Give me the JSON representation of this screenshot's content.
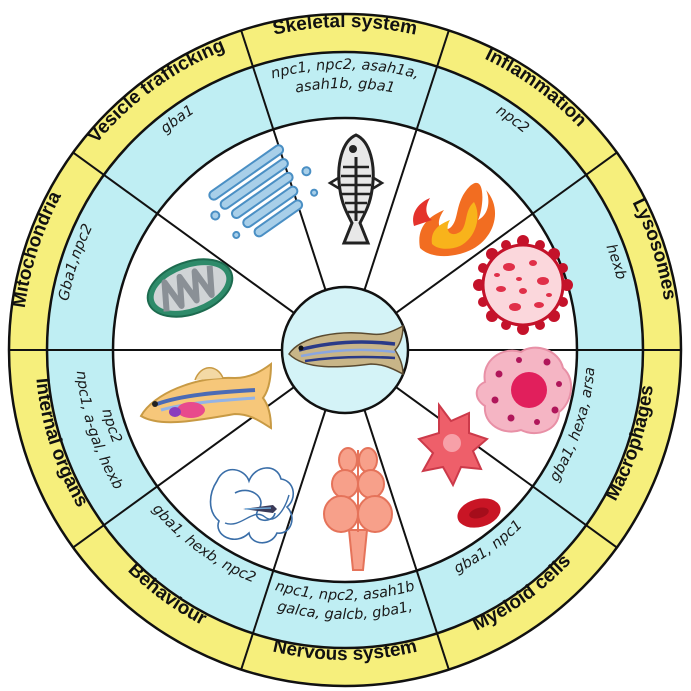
{
  "colors": {
    "outer_ring": "#f6ef7c",
    "gene_ring": "#bfeef3",
    "inner_disc": "#ffffff",
    "center_disc": "#d4f3f7",
    "divider": "#111111"
  },
  "segments": [
    {
      "id": "skeletal",
      "category": "Skeletal system",
      "genes": [
        "npc1, npc2, asah1a,",
        "asah1b, gba1"
      ],
      "icon": "fish-skeleton-icon"
    },
    {
      "id": "inflammation",
      "category": "Inflammation",
      "genes": [
        "npc2"
      ],
      "icon": "flame-icon"
    },
    {
      "id": "lysosomes",
      "category": "Lysosomes",
      "genes": [
        "hexb"
      ],
      "icon": "lysosome-icon"
    },
    {
      "id": "macrophages",
      "category": "Macrophages",
      "genes": [
        "gba1, hexa, arsa"
      ],
      "icon": "macrophage-icon"
    },
    {
      "id": "myeloid",
      "category": "Myeloid cells",
      "genes": [
        "gba1, npc1"
      ],
      "icon": "myeloid-cells-icon"
    },
    {
      "id": "nervous",
      "category": "Nervous system",
      "genes": [
        "galca, galcb, gba1,",
        "npc1, npc2, asah1b"
      ],
      "icon": "brain-icon"
    },
    {
      "id": "behaviour",
      "category": "Behaviour",
      "genes": [
        "gba1, hexb, npc2"
      ],
      "icon": "swim-track-icon"
    },
    {
      "id": "internal",
      "category": "Internal organs",
      "genes": [
        "npc1, a-gal, hexb",
        "npc2"
      ],
      "icon": "fish-organs-icon"
    },
    {
      "id": "mitochondria",
      "category": "Mitochondria",
      "genes": [
        "Gba1,npc2"
      ],
      "icon": "mitochondrion-icon"
    },
    {
      "id": "vesicle",
      "category": "Vesicle trafficking",
      "genes": [
        "gba1"
      ],
      "icon": "golgi-icon"
    }
  ],
  "center": {
    "icon": "zebrafish-icon"
  }
}
